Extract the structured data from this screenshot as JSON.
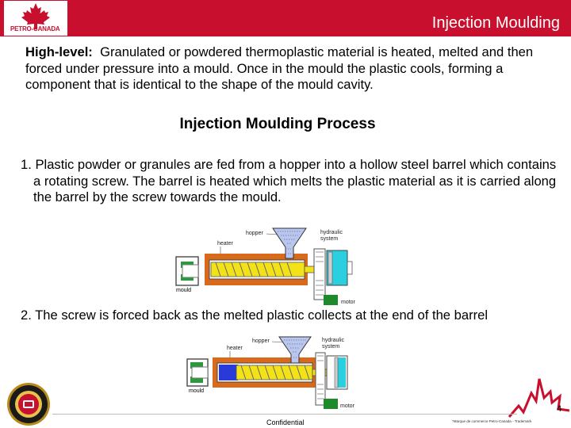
{
  "header": {
    "logo_text": "PETRO-CANADA",
    "logo_mark": "®",
    "title": "Injection Moulding",
    "bar_color": "#c8102e"
  },
  "intro": {
    "label": "High-level:",
    "text": "Granulated or powdered thermoplastic material is heated, melted and then forced under pressure into a mould. Once in the mould the plastic cools, forming a component that is identical to the shape of the mould cavity."
  },
  "process_title": "Injection Moulding Process",
  "steps": [
    {
      "text": "1. Plastic powder or granules are fed from a hopper into a hollow steel barrel which contains a rotating screw. The barrel is heated which melts the plastic material as it is carried along the barrel by the screw towards the mould."
    },
    {
      "text": "2. The screw is forced back as the melted plastic collects at the end of the barrel"
    }
  ],
  "diagram_labels": {
    "hopper": "hopper",
    "heater": "heater",
    "hydraulic_line1": "hydraulic",
    "hydraulic_line2": "system",
    "mould": "mould",
    "motor": "motor"
  },
  "footer": {
    "confidential": "Confidential",
    "trademark": "*Marque de commerce Petro-Canada - Trademark",
    "page_number": "4"
  },
  "icons": [
    "maple-leaf-icon",
    "safety-badge-icon",
    "maple-leaf-outline-icon"
  ],
  "colors": {
    "brand_red": "#c8102e",
    "heater_orange": "#d96a1c",
    "screw_yellow": "#f3e21a",
    "hydraulic_cyan": "#2ad0e0",
    "motor_green": "#1e8a2c",
    "melt_blue": "#2a3ad8",
    "mould_green": "#2b9a3a"
  }
}
